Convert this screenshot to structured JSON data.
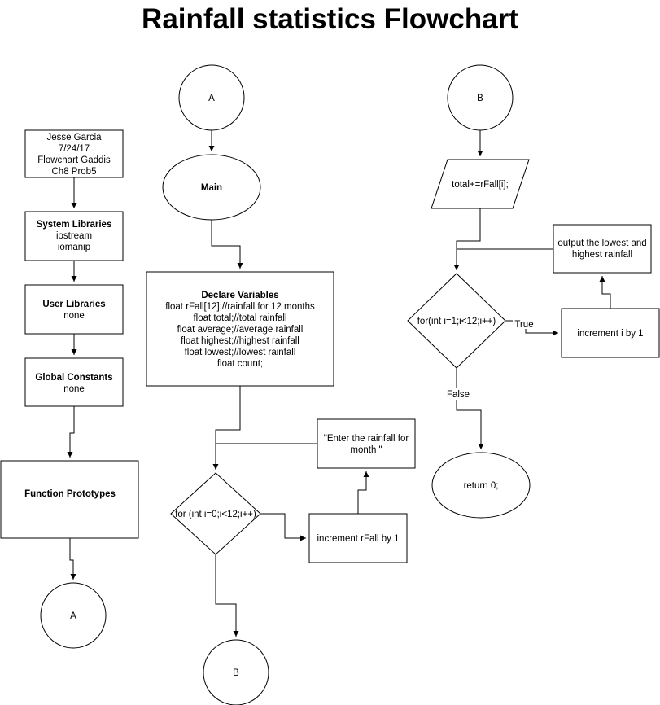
{
  "title": "Rainfall statistics Flowchart",
  "nodes": {
    "header": [
      "Jesse Garcia",
      "7/24/17",
      "Flowchart Gaddis",
      "Ch8 Prob5"
    ],
    "sys_libs": {
      "title": "System Libraries",
      "lines": [
        "iostream",
        "iomanip"
      ]
    },
    "user_libs": {
      "title": "User Libraries",
      "lines": [
        "none"
      ]
    },
    "global_consts": {
      "title": "Global Constants",
      "lines": [
        "none"
      ]
    },
    "func_protos": {
      "title": "Function Prototypes"
    },
    "conn_a1": "A",
    "conn_a2": "A",
    "main": "Main",
    "declare": {
      "title": "Declare Variables",
      "lines": [
        "float rFall[12];//rainfall for 12 months",
        "float total;//total rainfall",
        "float average;//average rainfall",
        "float highest;//highest rainfall",
        "float lowest;//lowest rainfall",
        "float count;"
      ]
    },
    "loop1": "for (int i=0;i<12;i++)",
    "prompt": [
      "\"Enter the rainfall for",
      "month \""
    ],
    "inc_rfall": "increment rFall by 1",
    "conn_b1": "B",
    "conn_b2": "B",
    "total": "total+=rFall[i];",
    "loop2": "for(int i=1;i<12;i++)",
    "output": [
      "output the lowest and",
      "highest rainfall"
    ],
    "inc_i": "increment i by 1",
    "ret": "return 0;"
  },
  "edge_labels": {
    "true": "True",
    "false": "False"
  }
}
